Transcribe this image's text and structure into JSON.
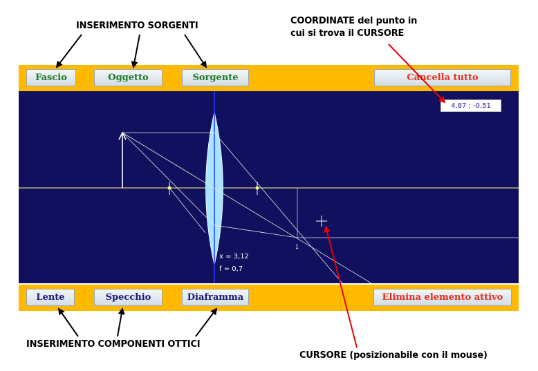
{
  "annotations": {
    "sources_insert": "INSERIMENTO  SORGENTI",
    "coordinates_line1": "COORDINATE  del punto in",
    "coordinates_line2": "cui si trova il  CURSORE",
    "components_insert": "INSERIMENTO COMPONENTI OTTICI",
    "cursor_note": "CURSORE (posizionabile con il mouse)"
  },
  "top_toolbar": {
    "fascio": "Fascio",
    "oggetto": "Oggetto",
    "sorgente": "Sorgente",
    "cancella_tutto": "Cancella tutto"
  },
  "bottom_toolbar": {
    "lente": "Lente",
    "specchio": "Specchio",
    "diaframma": "Diaframma",
    "elimina": "Elimina elemento attivo"
  },
  "canvas": {
    "cursor_coordinates": "4,87 ; -0,51",
    "lens_x_label": "x = 3,12",
    "lens_f_label": "f = 0,7",
    "image_point_label": "1"
  },
  "colors": {
    "toolbar_bg": "#ffba00",
    "canvas_bg": "#10105e",
    "lens_fill": "#a8e4ff",
    "axis": "#ffff80",
    "annotation_red_arrow": "#e60000"
  }
}
